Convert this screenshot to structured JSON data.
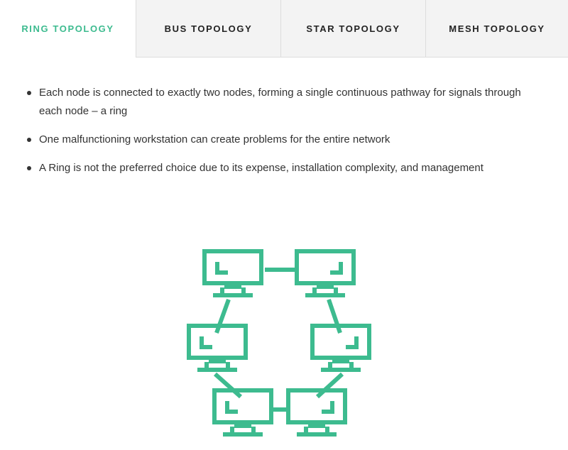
{
  "tabs": [
    {
      "label": "RING TOPOLOGY",
      "active": true
    },
    {
      "label": "BUS TOPOLOGY",
      "active": false
    },
    {
      "label": "STAR TOPOLOGY",
      "active": false
    },
    {
      "label": "MESH TOPOLOGY",
      "active": false
    }
  ],
  "content": {
    "bullets": [
      "Each node is connected to exactly two nodes, forming a single continuous pathway for signals through each node – a ring",
      "One malfunctioning workstation can create problems for the entire network",
      "A Ring is not the preferred choice due to its expense, installation complexity, and management"
    ],
    "illustration": {
      "icon": "ring-topology-icon",
      "color": "#3dbb8f"
    }
  },
  "colors": {
    "accent": "#3dbb8f",
    "tab_inactive_bg": "#f3f3f3",
    "text": "#333333"
  }
}
